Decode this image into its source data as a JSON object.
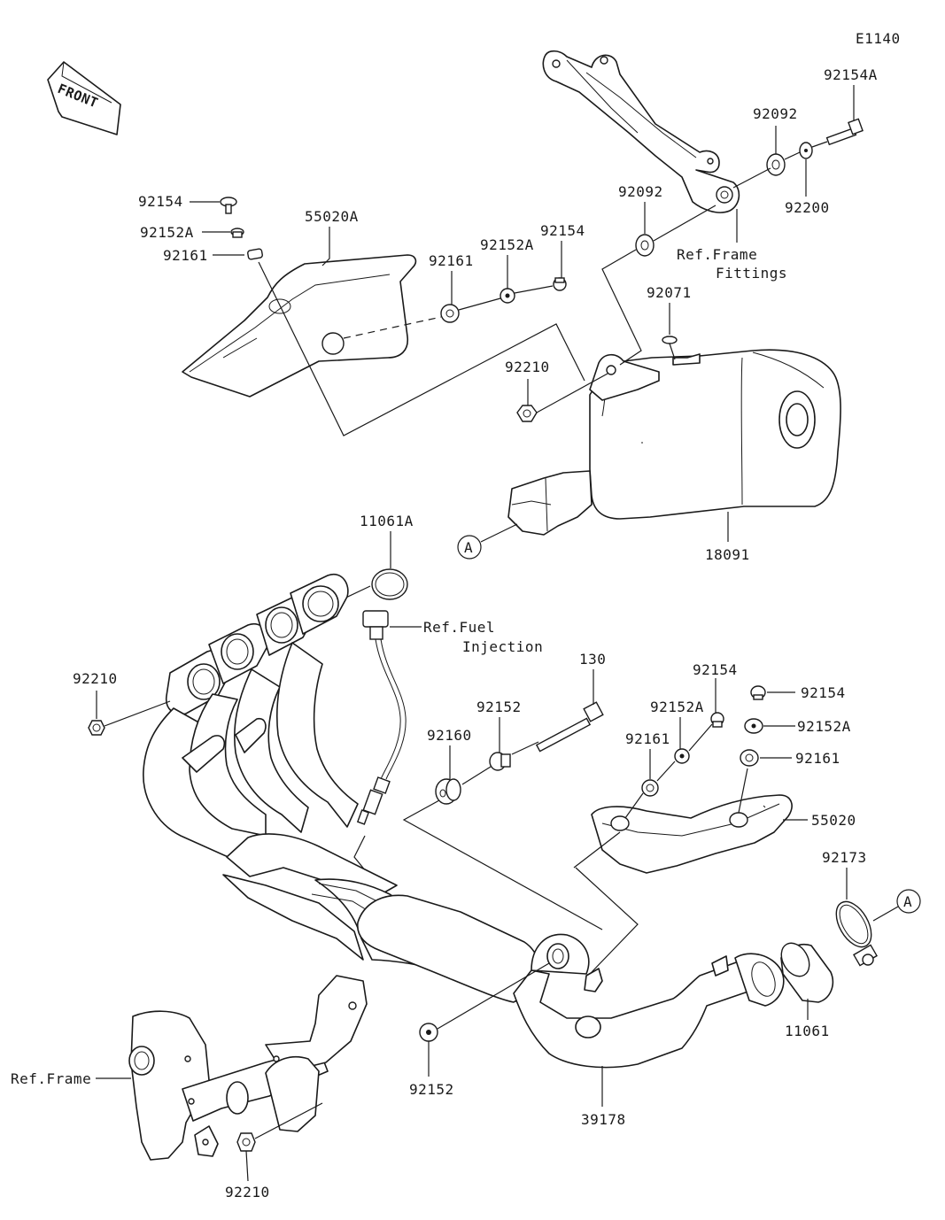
{
  "diagram_code": "E1140",
  "front_label": "FRONT",
  "callout_a": "A",
  "labels": {
    "p92154A_top": "92154A",
    "p92092_a": "92092",
    "p92200": "92200",
    "p92092_b": "92092",
    "ref_frame_fittings_1": "Ref.Frame",
    "ref_frame_fittings_2": "Fittings",
    "p92154_left": "92154",
    "p92152A_left": "92152A",
    "p92161_left": "92161",
    "p55020A": "55020A",
    "p92161_mid": "92161",
    "p92152A_mid": "92152A",
    "p92154_mid": "92154",
    "p92071": "92071",
    "p92210_top": "92210",
    "p18091": "18091",
    "p11061A": "11061A",
    "ref_fuel_1": "Ref.Fuel",
    "ref_fuel_2": "Injection",
    "p92210_left": "92210",
    "p130": "130",
    "p92154_r1": "92154",
    "p92154_r2": "92154",
    "p92152": "92152",
    "p92152A_r1": "92152A",
    "p92152A_r2": "92152A",
    "p92160": "92160",
    "p92161_r1": "92161",
    "p92161_r2": "92161",
    "p55020": "55020",
    "p92173": "92173",
    "p11061": "11061",
    "ref_frame": "Ref.Frame",
    "p92152_bot": "92152",
    "p39178": "39178",
    "p92210_bot": "92210"
  },
  "icons": {
    "front_arrow": "front-direction-arrow-icon"
  }
}
